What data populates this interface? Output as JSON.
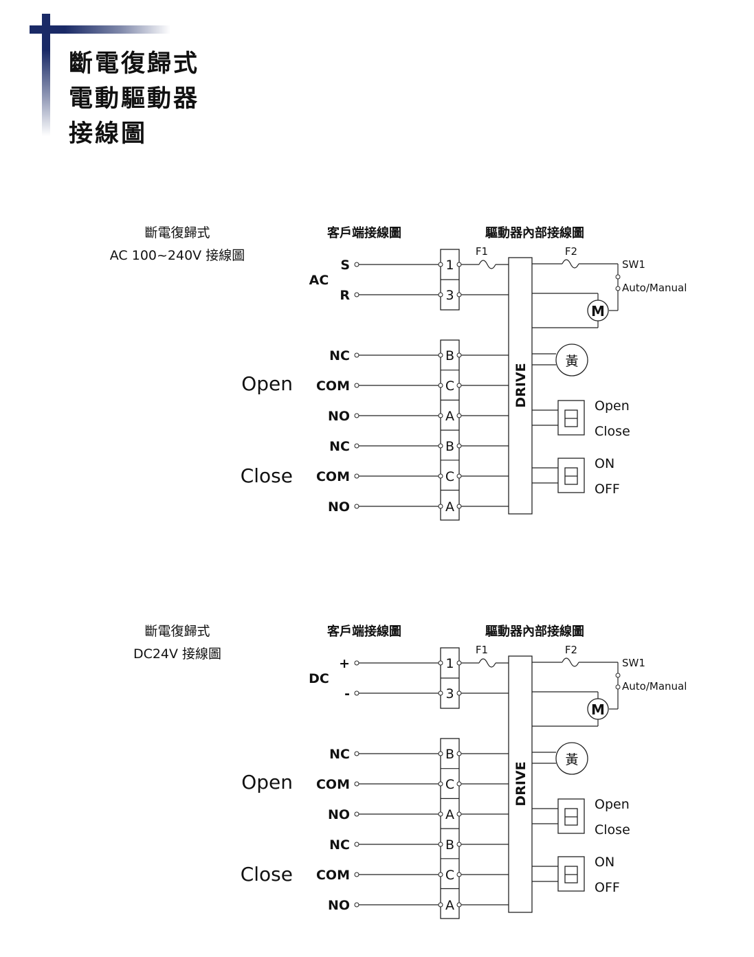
{
  "page_title": [
    "斷電復歸式",
    "電動驅動器",
    "接線圖"
  ],
  "diagrams": [
    {
      "section_label": [
        "斷電復歸式",
        "AC 100~240V 接線圖"
      ],
      "client_heading": "客戶端接線圖",
      "internal_heading": "驅動器內部接線圖",
      "power_group": "AC",
      "power_pins": [
        "S",
        "R"
      ],
      "power_terminals": [
        "1",
        "3"
      ]
    },
    {
      "section_label": [
        "斷電復歸式",
        "DC24V 接線圖"
      ],
      "client_heading": "客戶端接線圖",
      "internal_heading": "驅動器內部接線圖",
      "power_group": "DC",
      "power_pins": [
        "+",
        "-"
      ],
      "power_terminals": [
        "1",
        "3"
      ]
    }
  ],
  "common": {
    "open_label": "Open",
    "close_label": "Close",
    "signal_pins": [
      "NC",
      "COM",
      "NO",
      "NC",
      "COM",
      "NO"
    ],
    "signal_terminals": [
      "B",
      "C",
      "A",
      "B",
      "C",
      "A"
    ],
    "fuse1": "F1",
    "fuse2": "F2",
    "switch_label": "SW1",
    "switch_mode": "Auto/Manual",
    "motor": "M",
    "lamp": "黃",
    "drive": "DRIVE",
    "indicator_open_close": [
      "Open",
      "Close"
    ],
    "indicator_on_off": [
      "ON",
      "OFF"
    ]
  }
}
